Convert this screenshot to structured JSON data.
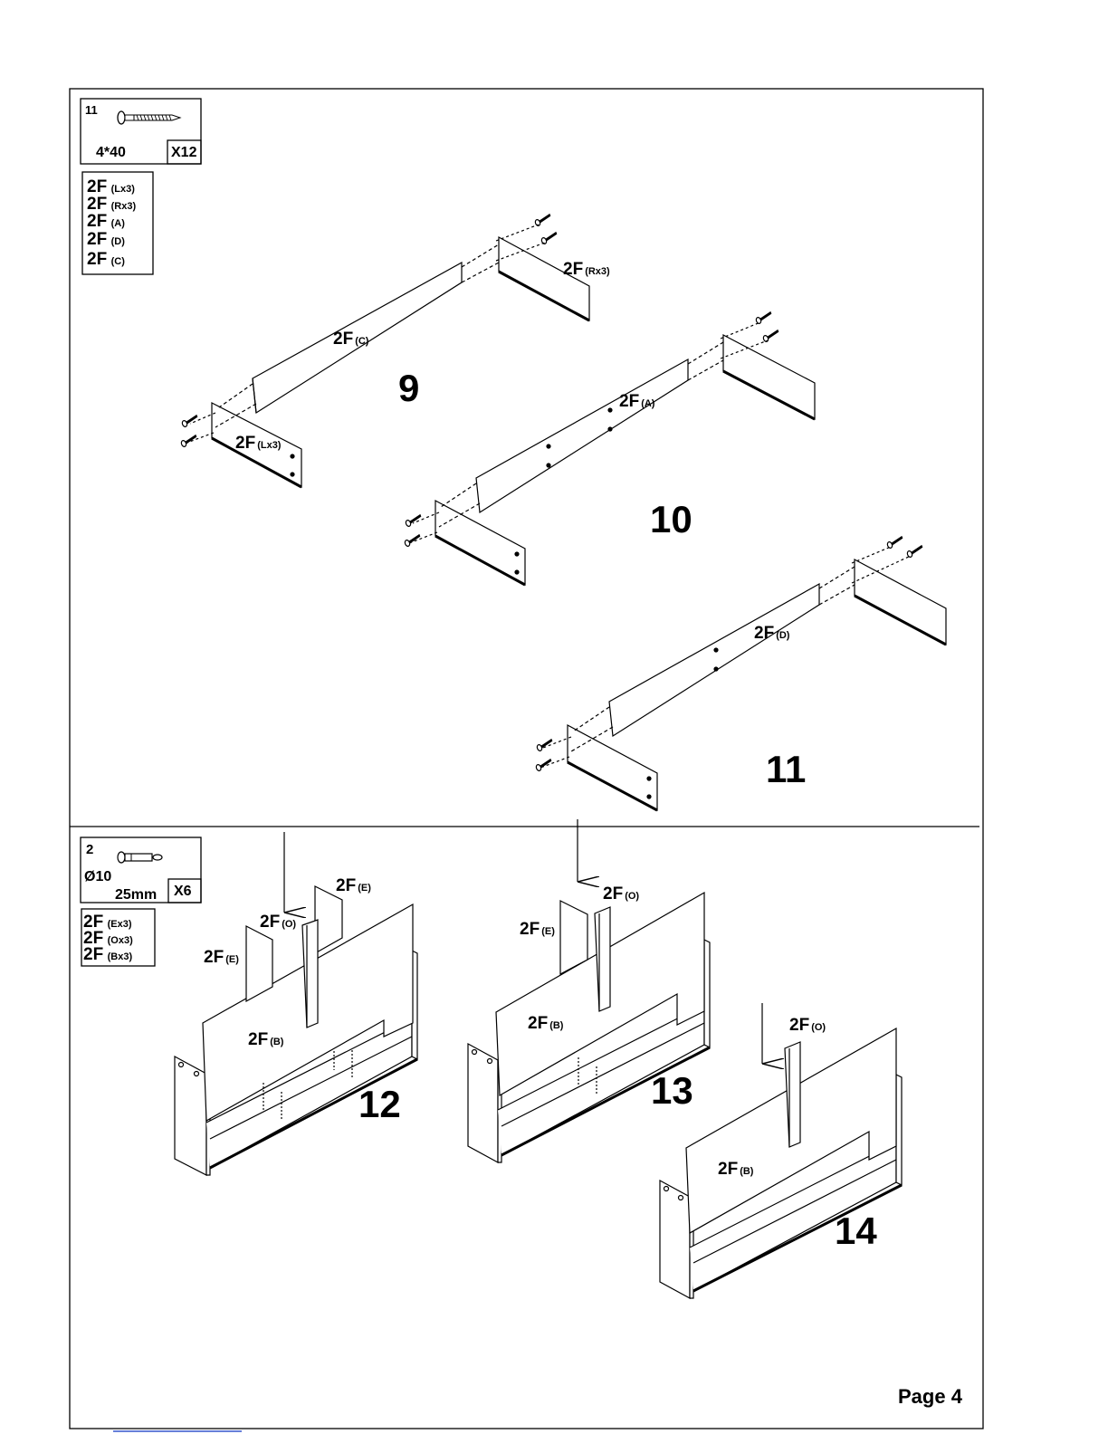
{
  "page_label": "Page 4",
  "colors": {
    "line": "#000000",
    "background": "#ffffff"
  },
  "section_top": {
    "hardware": {
      "id": "11",
      "size": "4*40",
      "qty": "X12",
      "icon": "wood-screw-icon"
    },
    "parts_list": [
      {
        "code": "2F",
        "sub": "(Lx3)"
      },
      {
        "code": "2F",
        "sub": "(Rx3)"
      },
      {
        "code": "2F",
        "sub": "(A)"
      },
      {
        "code": "2F",
        "sub": "(D)"
      },
      {
        "code": "2F",
        "sub": "(C)"
      }
    ],
    "steps": [
      {
        "number": "9",
        "labels": [
          {
            "code": "2F",
            "sub": "(Rx3)"
          },
          {
            "code": "2F",
            "sub": "(C)"
          },
          {
            "code": "2F",
            "sub": "(Lx3)"
          }
        ]
      },
      {
        "number": "10",
        "labels": [
          {
            "code": "2F",
            "sub": "(A)"
          }
        ]
      },
      {
        "number": "11",
        "labels": [
          {
            "code": "2F",
            "sub": "(D)"
          }
        ]
      }
    ]
  },
  "section_bottom": {
    "hardware": {
      "id": "2",
      "size": "Ø10",
      "length": "25mm",
      "qty": "X6",
      "icon": "dowel-icon"
    },
    "parts_list": [
      {
        "code": "2F",
        "sub": "(Ex3)"
      },
      {
        "code": "2F",
        "sub": "(Ox3)"
      },
      {
        "code": "2F",
        "sub": "(Bx3)"
      }
    ],
    "steps": [
      {
        "number": "12",
        "labels": [
          {
            "code": "2F",
            "sub": "(E)"
          },
          {
            "code": "2F",
            "sub": "(O)"
          },
          {
            "code": "2F",
            "sub": "(E)"
          },
          {
            "code": "2F",
            "sub": "(B)"
          }
        ]
      },
      {
        "number": "13",
        "labels": [
          {
            "code": "2F",
            "sub": "(O)"
          },
          {
            "code": "2F",
            "sub": "(E)"
          },
          {
            "code": "2F",
            "sub": "(B)"
          }
        ]
      },
      {
        "number": "14",
        "labels": [
          {
            "code": "2F",
            "sub": "(O)"
          },
          {
            "code": "2F",
            "sub": "(B)"
          }
        ]
      }
    ]
  }
}
